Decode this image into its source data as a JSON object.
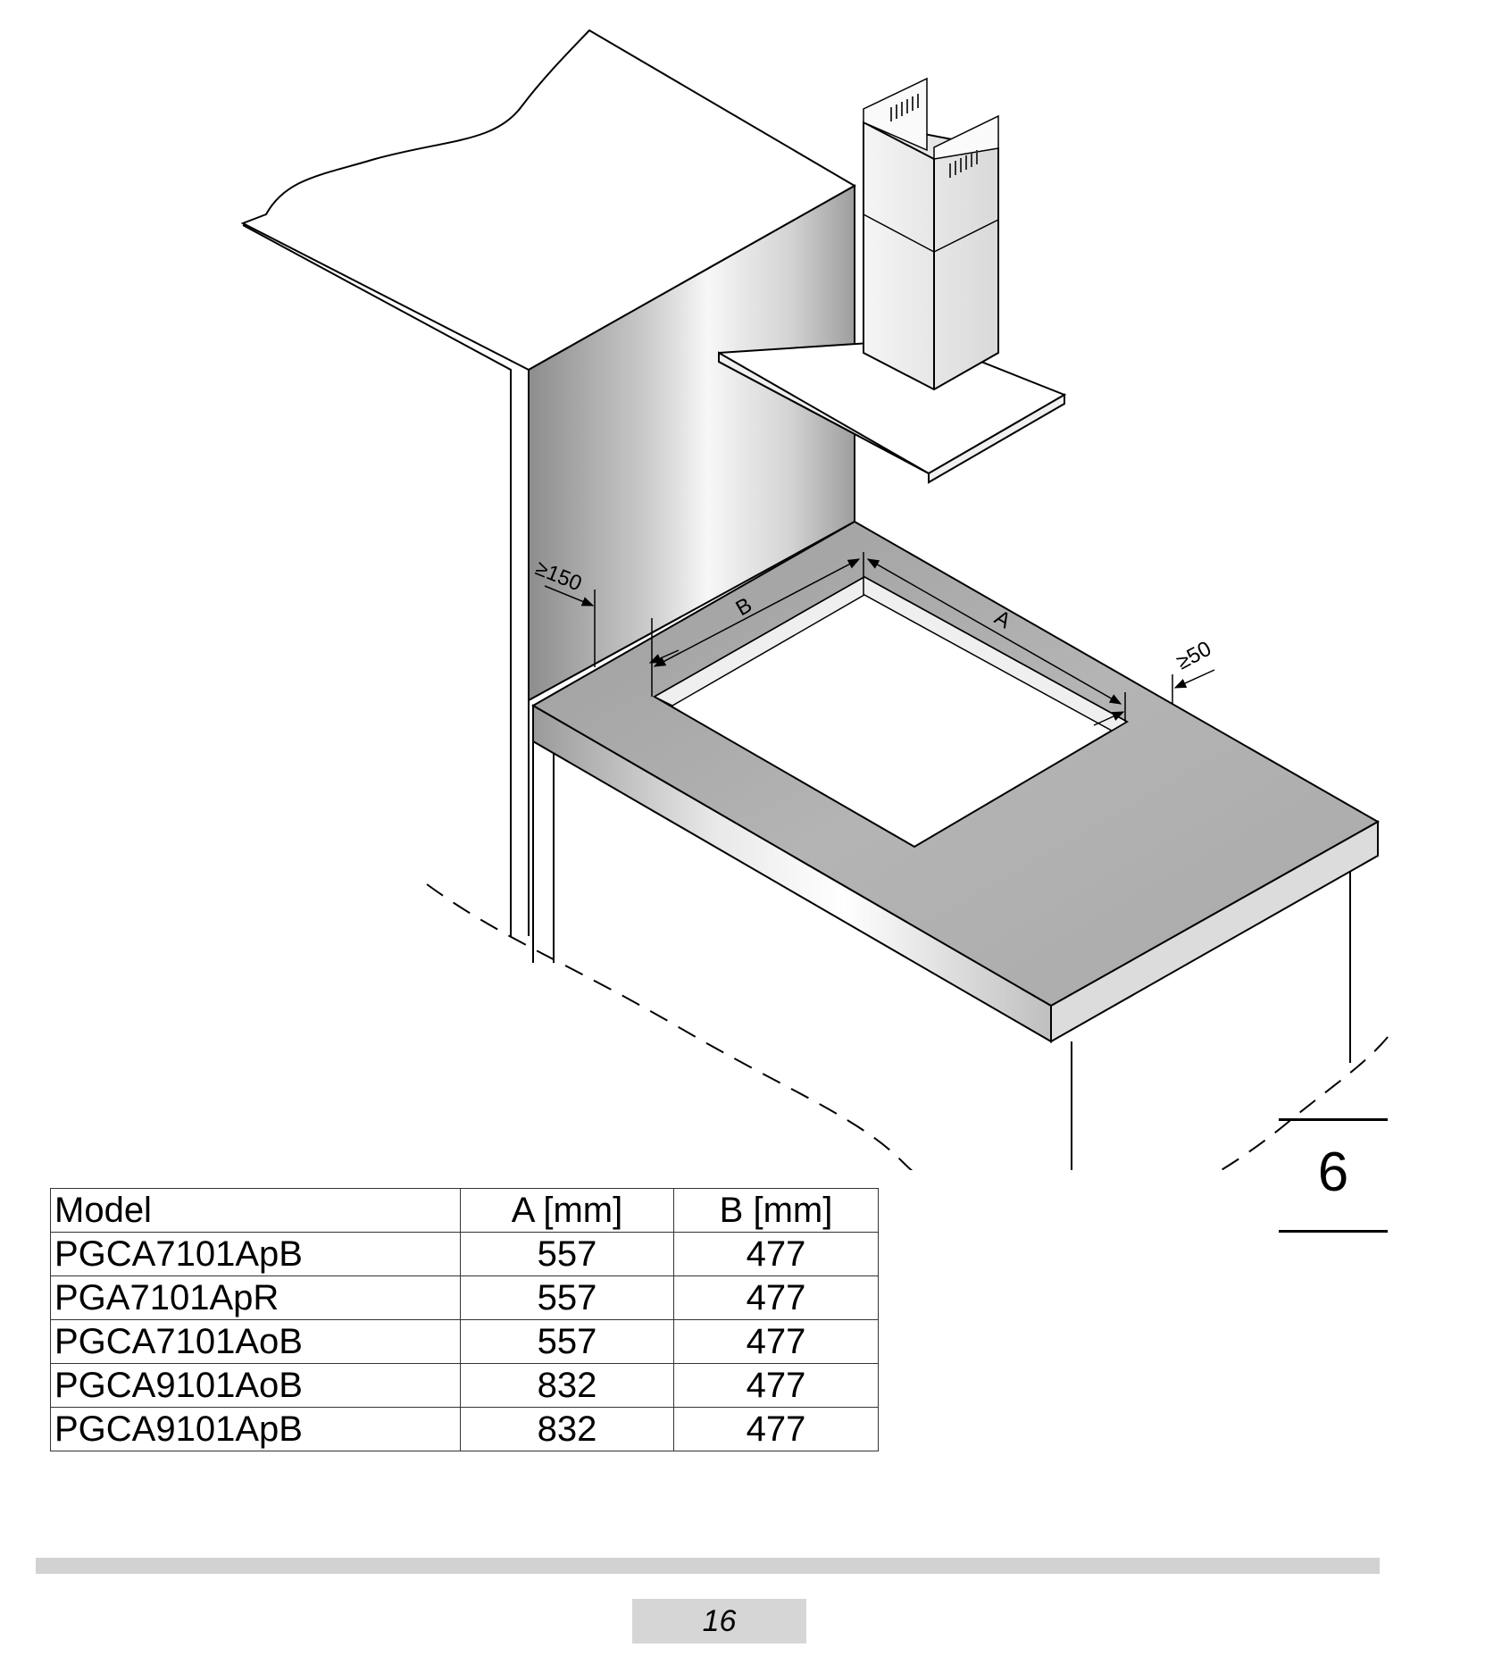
{
  "figure": {
    "number": "6",
    "dimension_labels": {
      "b": "B",
      "a": "A",
      "wall_clearance": "≥150",
      "edge_clearance": "≥50"
    }
  },
  "table": {
    "headers": [
      "Model",
      "A [mm]",
      "B [mm]"
    ],
    "rows": [
      {
        "model": "PGCA7101ApB",
        "a": "557",
        "b": "477"
      },
      {
        "model": "PGA7101ApR",
        "a": "557",
        "b": "477"
      },
      {
        "model": "PGCA7101AoB",
        "a": "557",
        "b": "477"
      },
      {
        "model": "PGCA9101AoB",
        "a": "832",
        "b": "477"
      },
      {
        "model": "PGCA9101ApB",
        "a": "832",
        "b": "477"
      }
    ]
  },
  "page": {
    "number": "16"
  }
}
